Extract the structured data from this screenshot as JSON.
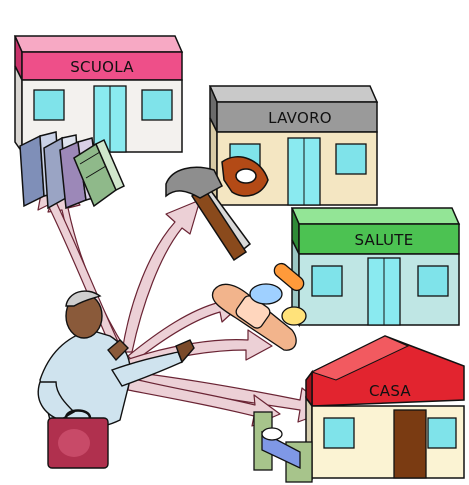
{
  "buildings": {
    "school": {
      "label": "SCUOLA",
      "roof_color": "#e8568c",
      "sign_color": "#f06a9c",
      "wall_color": "#f3f1ee"
    },
    "work": {
      "label": "LAVORO",
      "roof_color": "#8d8d8d",
      "sign_color": "#a9a9a9",
      "wall_color": "#f4e6c2"
    },
    "health": {
      "label": "SALUTE",
      "roof_color": "#48b44e",
      "sign_color": "#5dd160",
      "wall_color": "#bfe6e4"
    },
    "home": {
      "label": "CASA",
      "roof_color": "#e2242f",
      "sign_color": "#f0303a",
      "wall_color": "#fbf3d3"
    }
  },
  "colors": {
    "arrow_fill": "#e8c4cc",
    "arrow_stroke": "#7a2a3a",
    "window": "#7fe3ea",
    "suitcase": "#b0304e"
  },
  "icons": [
    "books-icon",
    "hammer-saw-icon",
    "medicine-bandage-icon",
    "bed-icon",
    "businessman-icon",
    "suitcase-icon"
  ]
}
